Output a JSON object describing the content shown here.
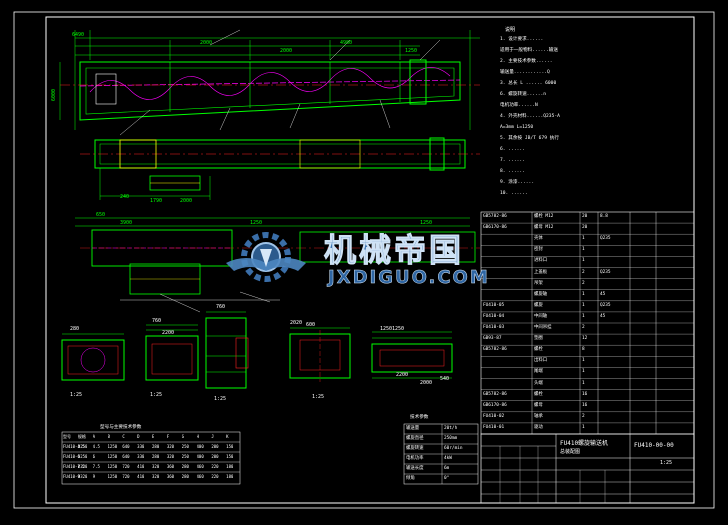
{
  "dims_top": [
    "6490",
    "2000",
    "2000",
    "4980",
    "1250"
  ],
  "dims_bottom": [
    "240",
    "1790",
    "2000"
  ],
  "dims_mid": [
    "650",
    "3900",
    "1250",
    "1250",
    "2200",
    "2020",
    "1250",
    "2000"
  ],
  "left_dim": "6000",
  "section_labels": [
    "1:25",
    "1:25",
    "1:25",
    "1:25"
  ],
  "section_dims": [
    "280",
    "760",
    "760",
    "600",
    "1250",
    "2200",
    "540"
  ],
  "notes_title": "说明",
  "notes": [
    "1. 设计要求......",
    "   适用于一般物料......输送",
    "   2. 主要技术参数......",
    "   输送量............Q",
    "3. 总长 L ......     6000",
    "   6. 螺旋转速......n",
    "   电机功率......N",
    "4. 外壳材料......Q235-A",
    "   A=3mm  L=1250",
    "5. 其余按 JB/T 679 执行",
    "6. ......",
    "7. ......",
    "8. ......",
    "9. 涂漆......",
    "10. ......"
  ],
  "bom_rows": [
    [
      "GB5782-86",
      "螺栓 M12",
      "20",
      "8.8",
      "",
      ""
    ],
    [
      "GB6170-86",
      "螺母 M12",
      "20",
      "",
      "",
      ""
    ],
    [
      "",
      "壳体",
      "1",
      "Q235",
      "",
      ""
    ],
    [
      "",
      "密封",
      "1",
      "",
      "",
      ""
    ],
    [
      "",
      "进料口",
      "1",
      "",
      "",
      ""
    ],
    [
      "",
      "上盖板",
      "2",
      "Q235",
      "",
      ""
    ],
    [
      "",
      "吊架",
      "2",
      "",
      "",
      ""
    ],
    [
      "",
      "螺旋轴",
      "1",
      "45",
      "",
      ""
    ],
    [
      "FU410-05",
      "螺旋",
      "1",
      "Q235",
      "",
      ""
    ],
    [
      "FU410-04",
      "中间轴",
      "1",
      "45",
      "",
      ""
    ],
    [
      "FU410-03",
      "中间吊挂",
      "2",
      "",
      "",
      ""
    ],
    [
      "GB93-87",
      "垫圈",
      "12",
      "",
      "",
      ""
    ],
    [
      "GB5782-86",
      "螺栓",
      "8",
      "",
      "",
      ""
    ],
    [
      "",
      "出料口",
      "1",
      "",
      "",
      ""
    ],
    [
      "",
      "尾端",
      "1",
      "",
      "",
      ""
    ],
    [
      "",
      "头端",
      "1",
      "",
      "",
      ""
    ],
    [
      "GB5782-86",
      "螺栓",
      "16",
      "",
      "",
      ""
    ],
    [
      "GB6170-86",
      "螺母",
      "16",
      "",
      "",
      ""
    ],
    [
      "FU410-02",
      "轴承",
      "2",
      "",
      "",
      ""
    ],
    [
      "FU410-01",
      "驱动",
      "1",
      "",
      "",
      ""
    ]
  ],
  "title_block": {
    "title": "FU410螺旋输送机",
    "subtitle": "总装配图",
    "drawing_no": "FU410-00-00",
    "scale": "1:25"
  },
  "spec_table": {
    "title": "型号与主要技术参数",
    "headers": [
      "型号",
      "规格",
      "A",
      "B",
      "C",
      "D",
      "E",
      "F",
      "G",
      "H",
      "J",
      "K"
    ],
    "rows": [
      [
        "FU410-4.5",
        "D250",
        "4.5",
        "1250",
        "640",
        "330",
        "280",
        "320",
        "250",
        "400",
        "200",
        "150"
      ],
      [
        "FU410-6",
        "D250",
        "6",
        "1250",
        "640",
        "330",
        "280",
        "320",
        "250",
        "400",
        "200",
        "150"
      ],
      [
        "FU410-7.5",
        "D320",
        "7.5",
        "1250",
        "720",
        "410",
        "320",
        "360",
        "280",
        "460",
        "220",
        "180"
      ],
      [
        "FU410-9",
        "D320",
        "9",
        "1250",
        "720",
        "410",
        "320",
        "360",
        "280",
        "460",
        "220",
        "180"
      ]
    ]
  },
  "tech_table": {
    "title": "技术参数",
    "rows": [
      [
        "输送量",
        "20t/h"
      ],
      [
        "螺旋直径",
        "250mm"
      ],
      [
        "螺旋转速",
        "60r/min"
      ],
      [
        "电机功率",
        "4kW"
      ],
      [
        "输送长度",
        "6m"
      ],
      [
        "倾角",
        "0°"
      ]
    ]
  },
  "watermark": {
    "cn": "机械帝国",
    "en": "JXDIGUO.COM"
  },
  "colors": {
    "green": "#00ff00",
    "magenta": "#ff00ff",
    "red": "#ff2020",
    "yellow": "#ffff00",
    "cyan": "#00ffff",
    "white": "#ffffff",
    "watermark_blue": "#3a6ea8"
  }
}
